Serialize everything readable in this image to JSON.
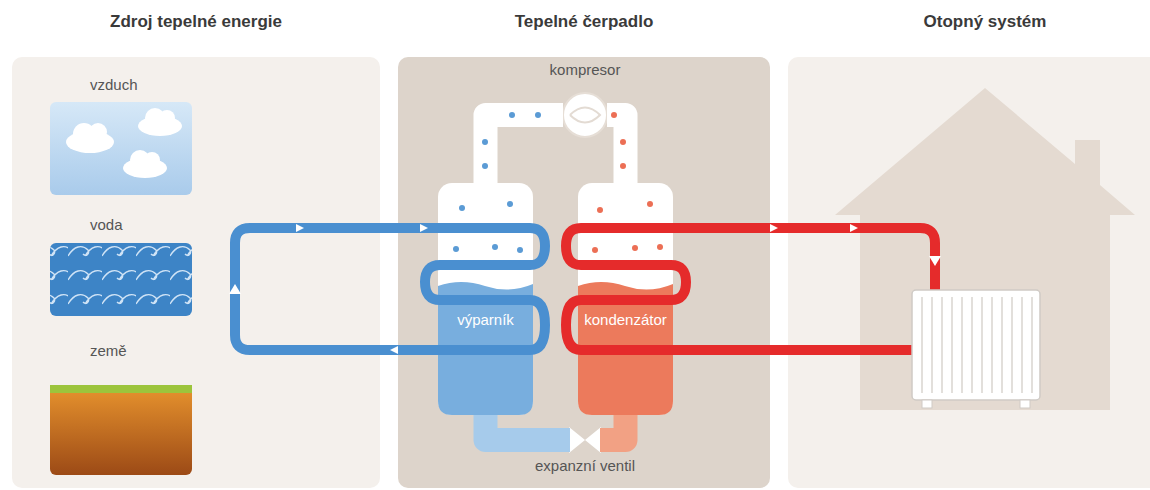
{
  "diagram": {
    "nodes": [
      {
        "text": [
          "Zdroj tepelné energie"
        ]
      },
      {
        "text": [
          "vzduch"
        ],
        "in": 0
      },
      {
        "text": [
          "voda"
        ],
        "in": 0
      },
      {
        "text": [
          "země"
        ],
        "in": 0
      },
      {
        "text": [
          "Tepelné čerpadlo"
        ]
      },
      {
        "text": [
          "kompresor"
        ],
        "in": 4
      },
      {
        "text": [
          "výparník"
        ],
        "in": 4
      },
      {
        "text": [
          "kondenzátor"
        ],
        "in": 4
      },
      {
        "text": [
          "expanzní ventil"
        ],
        "in": 4
      },
      {
        "text": [
          "Otopný systém"
        ]
      }
    ],
    "edges": [
      {
        "from": 0,
        "to": 6,
        "arrow": "to"
      },
      {
        "from": 6,
        "to": 0,
        "arrow": "to"
      },
      {
        "from": 6,
        "to": 5,
        "arrow": "none"
      },
      {
        "from": 5,
        "to": 7,
        "arrow": "none"
      },
      {
        "from": 7,
        "to": 8,
        "arrow": "none"
      },
      {
        "from": 8,
        "to": 6,
        "arrow": "none"
      },
      {
        "from": 7,
        "to": 9,
        "arrow": "to"
      },
      {
        "from": 9,
        "to": 7,
        "arrow": "none"
      }
    ]
  }
}
